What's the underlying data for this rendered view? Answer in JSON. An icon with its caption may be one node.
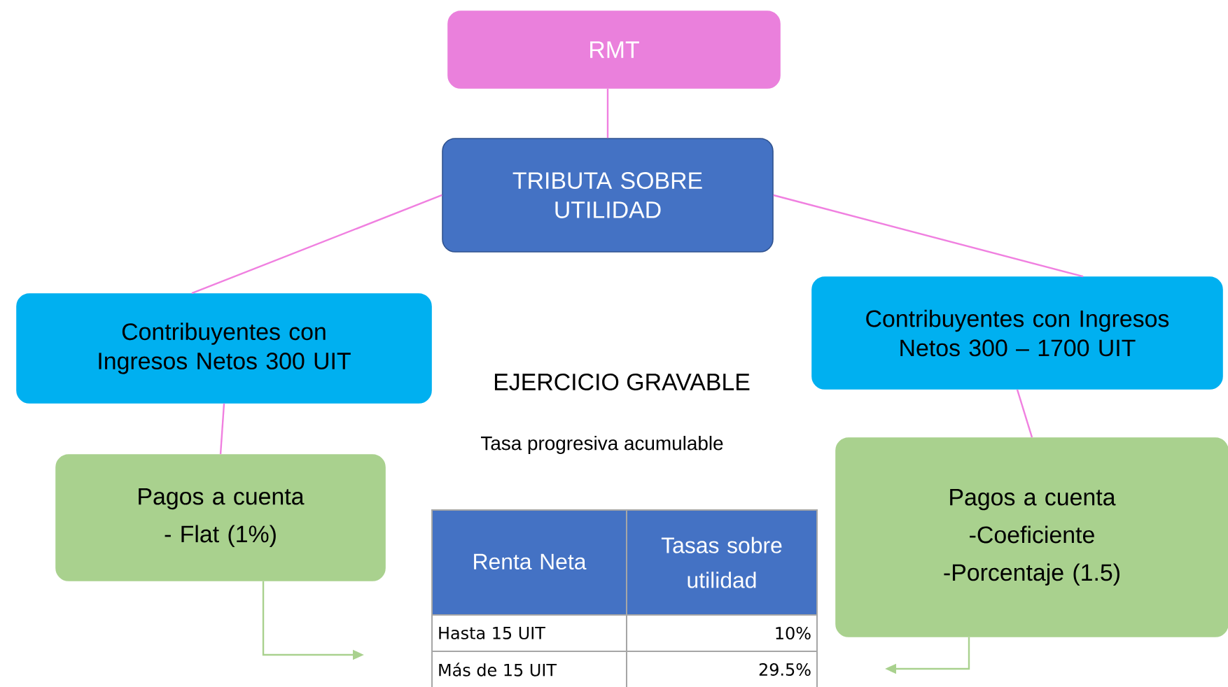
{
  "diagram": {
    "nodes": [
      {
        "text": [
          "RMT"
        ]
      },
      {
        "text": [
          "TRIBUTA SOBRE UTILIDAD"
        ]
      },
      {
        "text": [
          "Contribuyentes con Ingresos Netos 300 UIT"
        ]
      },
      {
        "text": [
          "Contribuyentes con Ingresos Netos 300 – 1700 UIT"
        ]
      },
      {
        "text": [
          "Pagos a cuenta",
          "- Flat (1%)"
        ]
      },
      {
        "text": [
          "Pagos a cuenta",
          "-Coeficiente",
          "-Porcentaje (1.5)"
        ]
      }
    ],
    "edges": [
      {
        "from": 0,
        "to": 1,
        "arrow": "none"
      },
      {
        "from": 1,
        "to": 2,
        "arrow": "none"
      },
      {
        "from": 1,
        "to": 3,
        "arrow": "none"
      },
      {
        "from": 2,
        "to": 4,
        "arrow": "none"
      },
      {
        "from": 3,
        "to": 5,
        "arrow": "none"
      },
      {
        "from": 4,
        "to": null,
        "arrow": "to",
        "color": "#a9d18e"
      },
      {
        "from": 5,
        "to": null,
        "arrow": "to",
        "color": "#a9d18e"
      }
    ],
    "labels": [
      "EJERCICIO GRAVABLE",
      "Tasa progresiva acumulable",
      "Renta Neta",
      "Tasas sobre utilidad",
      "Hasta 15 UIT",
      "10%",
      "Más de 15 UIT",
      "29.5%"
    ]
  }
}
